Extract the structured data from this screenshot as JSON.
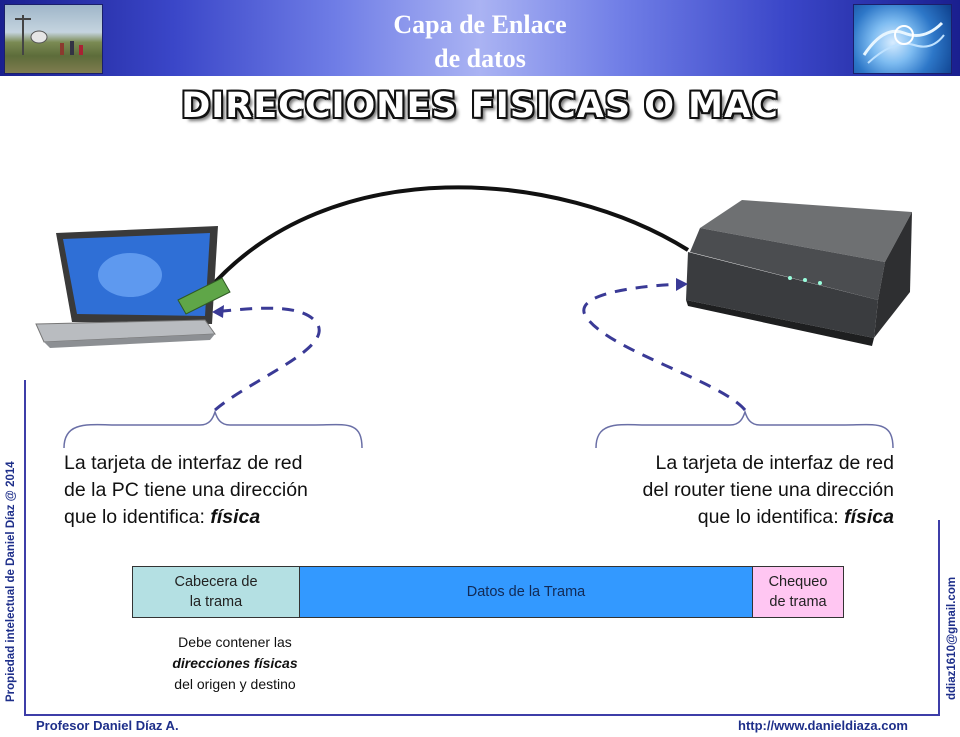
{
  "header": {
    "title_line1": "Capa de Enlace",
    "title_line2": "de datos",
    "left_image_icon": "village-antenna-photo-icon",
    "right_image_icon": "digital-hand-icon",
    "gradient_colors": [
      "#1a1f8f",
      "#aab3f3"
    ]
  },
  "heading": "DIRECCIONES FISICAS O MAC",
  "devices": {
    "laptop_icon": "laptop-with-nic-card-icon",
    "router_icon": "cisco-router-icon"
  },
  "left_description": {
    "line1": "La tarjeta de interfaz de red",
    "line2": "de la PC tiene una dirección",
    "line3_prefix": "que lo identifica: ",
    "line3_emph": "física"
  },
  "right_description": {
    "line1": "La tarjeta de interfaz de red",
    "line2": "del router tiene una dirección",
    "line3_prefix": "que lo identifica: ",
    "line3_emph": "física"
  },
  "frame": {
    "header_line1": "Cabecera de",
    "header_line2": "la trama",
    "data": "Datos de la Trama",
    "check_line1": "Chequeo",
    "check_line2": "de trama",
    "colors": {
      "header": "#b4e0e3",
      "data": "#3399ff",
      "check": "#ffc6f2"
    }
  },
  "note": {
    "line1": "Debe contener las",
    "line2": "direcciones físicas",
    "line3": "del origen y destino"
  },
  "side_left": "Propiedad intelectual de Daniel Díaz @ 2014",
  "side_right": "ddiaz1610@gmail.com",
  "footer_left": "Profesor Daniel Díaz A.",
  "footer_right": "http://www.danieldiaza.com",
  "accent_color": "#1e2f8a"
}
